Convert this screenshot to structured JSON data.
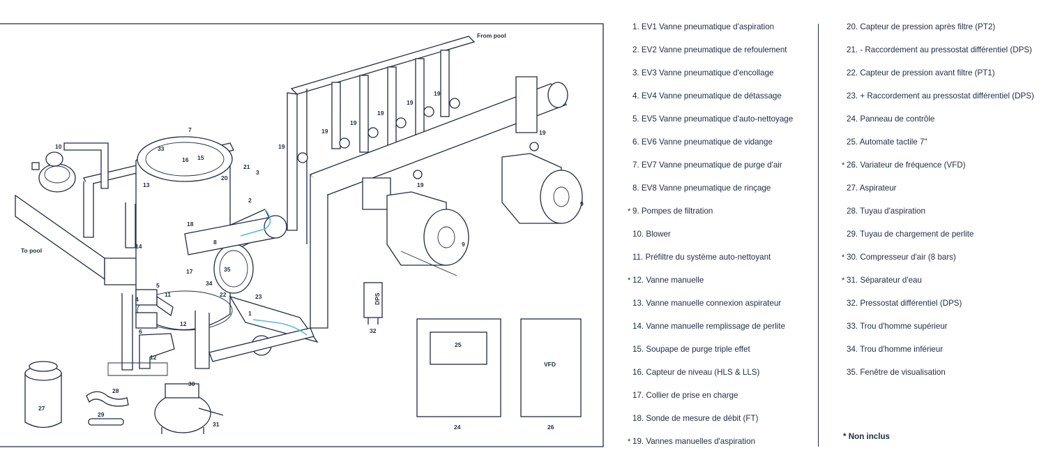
{
  "diagram": {
    "labels": {
      "from_pool": "From pool",
      "to_pool": "To pool",
      "dps_box": "DPS",
      "vfd_box": "VFD",
      "n1": "1",
      "n2": "2",
      "n3": "3",
      "n4": "4",
      "n5": "5",
      "n6": "6",
      "n7": "7",
      "n8": "8",
      "n9": "9",
      "n10": "10",
      "n11": "11",
      "n12": "12",
      "n13": "13",
      "n14": "14",
      "n15": "15",
      "n16": "16",
      "n17": "17",
      "n18": "18",
      "n19": "19",
      "n20": "20",
      "n21": "21",
      "n22": "22",
      "n23": "23",
      "n24": "24",
      "n25": "25",
      "n26": "26",
      "n27": "27",
      "n28": "28",
      "n29": "29",
      "n30": "30",
      "n31": "31",
      "n32": "32",
      "n33": "33",
      "n34": "34",
      "n35": "35"
    }
  },
  "legend": {
    "col1": [
      {
        "mark": "",
        "text": "1. EV1 Vanne pneumatique d'aspiration"
      },
      {
        "mark": "",
        "text": "2. EV2 Vanne pneumatique de refoulement"
      },
      {
        "mark": "",
        "text": "3. EV3 Vanne pneumatique d'encollage"
      },
      {
        "mark": "",
        "text": "4. EV4 Vanne pneumatique de détassage"
      },
      {
        "mark": "",
        "text": "5. EV5 Vanne pneumatique d'auto-nettoyage"
      },
      {
        "mark": "",
        "text": "6. EV6 Vanne pneumatique de vidange"
      },
      {
        "mark": "",
        "text": "7. EV7 Vanne pneumatique de purge d'air"
      },
      {
        "mark": "",
        "text": "8. EV8 Vanne pneumatique de rinçage"
      },
      {
        "mark": "*",
        "text": "9. Pompes de filtration"
      },
      {
        "mark": "",
        "text": "10. Blower"
      },
      {
        "mark": "",
        "text": "11. Préfiltre du système auto-nettoyant"
      },
      {
        "mark": "*",
        "text": "12. Vanne manuelle"
      },
      {
        "mark": "",
        "text": "13. Vanne manuelle connexion aspirateur"
      },
      {
        "mark": "",
        "text": "14. Vanne manuelle remplissage  de perlite"
      },
      {
        "mark": "",
        "text": "15. Soupape de purge triple effet"
      },
      {
        "mark": "",
        "text": "16. Capteur de niveau (HLS & LLS)"
      },
      {
        "mark": "",
        "text": "17. Collier de prise en charge"
      },
      {
        "mark": "",
        "text": "18. Sonde de mesure de débit (FT)"
      },
      {
        "mark": "*",
        "text": "19. Vannes manuelles d'aspiration"
      }
    ],
    "col2": [
      {
        "mark": "",
        "text": "20. Capteur de pression après filtre (PT2)"
      },
      {
        "mark": "",
        "text": "21. - Raccordement au pressostat différentiel (DPS)"
      },
      {
        "mark": "",
        "text": "22. Capteur de pression avant filtre (PT1)"
      },
      {
        "mark": "",
        "text": "23. + Raccordement au pressostat différentiel (DPS)"
      },
      {
        "mark": "",
        "text": "24. Panneau de contrôle"
      },
      {
        "mark": "",
        "text": "25. Automate tactile 7\""
      },
      {
        "mark": "*",
        "text": "26. Variateur de fréquence (VFD)"
      },
      {
        "mark": "",
        "text": "27. Aspirateur"
      },
      {
        "mark": "",
        "text": "28. Tuyau d'aspiration"
      },
      {
        "mark": "",
        "text": "29. Tuyau de chargement de perlite"
      },
      {
        "mark": "*",
        "text": "30. Compresseur d'air (8 bars)"
      },
      {
        "mark": "*",
        "text": "31. Séparateur d'eau"
      },
      {
        "mark": "",
        "text": "32. Pressostat différentiel (DPS)"
      },
      {
        "mark": "",
        "text": "33. Trou d'homme supérieur"
      },
      {
        "mark": "",
        "text": "34. Trou d'homme inférieur"
      },
      {
        "mark": "",
        "text": "35. Fenêtre de visualisation"
      }
    ],
    "footnote": "* Non inclus"
  }
}
